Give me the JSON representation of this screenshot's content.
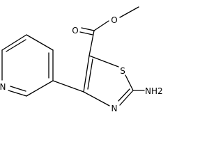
{
  "molecule": {
    "atoms": {
      "ester_o_methyl": "O",
      "ester_o_carbonyl": "O",
      "ring_s": "S",
      "ring_n": "N",
      "pyridine_n": "N",
      "amino": "NH2"
    },
    "colors": {
      "bond": "#000000",
      "label": "#000000",
      "background": "#ffffff"
    }
  }
}
